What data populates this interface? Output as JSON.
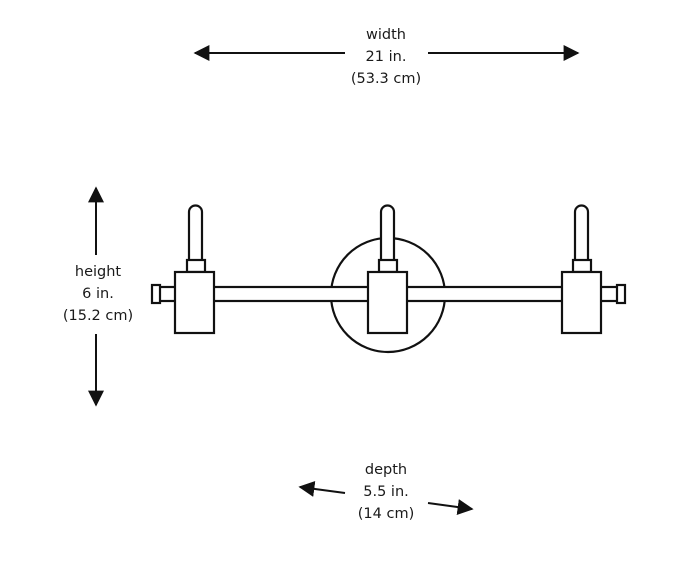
{
  "dimensions": {
    "width": {
      "label": "width",
      "imperial": "21 in.",
      "metric": "(53.3 cm)"
    },
    "height": {
      "label": "height",
      "imperial": "6 in.",
      "metric": "(15.2 cm)"
    },
    "depth": {
      "label": "depth",
      "imperial": "5.5 in.",
      "metric": "(14 cm)"
    }
  },
  "colors": {
    "stroke": "#111111",
    "background": "#ffffff"
  }
}
